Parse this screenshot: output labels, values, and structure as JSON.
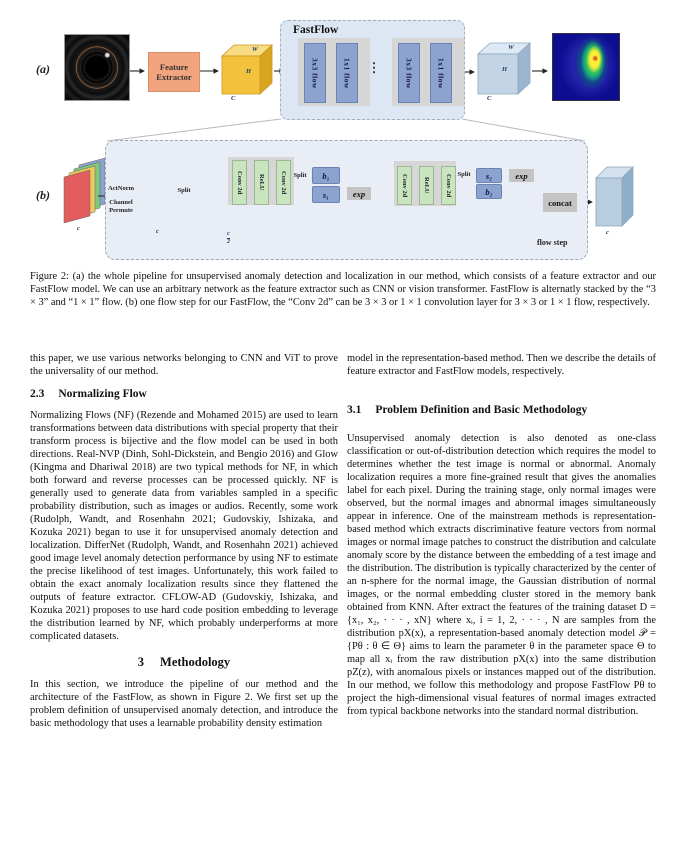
{
  "figure": {
    "panel_a": {
      "label": "(a)",
      "feature_extractor_label": "Feature\nExtractor",
      "fastflow_title": "FastFlow",
      "flow_blocks": [
        "3x3 flow",
        "1x1 flow",
        "3x3 flow",
        "1x1 flow"
      ],
      "dots": "⋮",
      "cube_labels": {
        "w": "W",
        "h": "H",
        "c": "C"
      }
    },
    "panel_b": {
      "label": "(b)",
      "actnorm_label": "ActNorm",
      "channel_permute_label": "Channel\nPermute",
      "split_label": "Split",
      "conv_blocks": [
        "Conv 2d",
        "ReLU",
        "Conv 2d"
      ],
      "b1": "b₁",
      "s1": "s₁",
      "s2": "s₂",
      "b2": "b₂",
      "exp_label": "exp",
      "concat_label": "concat",
      "flow_step_label": "flow step",
      "c_label": "c",
      "c_half": {
        "num": "c",
        "den": "2"
      }
    }
  },
  "caption": {
    "text": "Figure 2: (a) the whole pipeline for unsupervised anomaly detection and localization in our method, which consists of a feature extractor and our FastFlow model. We can use an arbitrary network as the feature extractor such as CNN or vision transformer. FastFlow is alternatly stacked by the “3 × 3” and “1 × 1” flow. (b) one flow step for our FastFlow, the “Conv 2d” can be 3 × 3 or 1 × 1 convolution layer for 3 × 3 or 1 × 1 flow, respectively."
  },
  "content": {
    "left": {
      "p_intro": "this paper, we use various networks belonging to CNN and ViT to prove the universality of our method.",
      "sec23": {
        "number": "2.3",
        "title": "Normalizing Flow"
      },
      "p_nf": "Normalizing Flows (NF) (Rezende and Mohamed 2015) are used to learn transformations between data distributions with special property that their transform process is bijective and the flow model can be used in both directions. Real-NVP (Dinh, Sohl-Dickstein, and Bengio 2016) and Glow (Kingma and Dhariwal 2018) are two typical methods for NF, in which both forward and reverse processes can be processed quickly. NF is generally used to generate data from variables sampled in a specific probability distribution, such as images or audios. Recently, some work (Rudolph, Wandt, and Rosenhahn 2021; Gudovskiy, Ishizaka, and Kozuka 2021) began to use it for unsupervised anomaly detection and localization. DifferNet (Rudolph, Wandt, and Rosenhahn 2021) achieved good image level anomaly detection performance by using NF to estimate the precise likelihood of test images. Unfortunately, this work failed to obtain the exact anomaly localization results since they flattened the outputs of feature extractor. CFLOW-AD (Gudovskiy, Ishizaka, and Kozuka 2021) proposes to use hard code position embedding to leverage the distribution learned by NF, which probably underperforms at more complicated datasets.",
      "sec3": {
        "number": "3",
        "title": "Methodology"
      },
      "p_method": "In this section, we introduce the pipeline of our method and the architecture of the FastFlow, as shown in Figure 2. We first set up the problem definition of unsupervised anomaly detection, and introduce the basic methodology that uses a learnable probability density estimation"
    },
    "right": {
      "p_cont": "model in the representation-based method. Then we describe the details of feature extractor and FastFlow models, respectively.",
      "sec31": {
        "number": "3.1",
        "title": "Problem Definition and Basic Methodology"
      },
      "p_problem": "Unsupervised anomaly detection is also denoted as one-class classification or out-of-distribution detection which requires the model to determines whether the test image is normal or abnormal. Anomaly localization requires a more fine-grained result that gives the anomalies label for each pixel. During the training stage, only normal images were observed, but the normal images and abnormal images simultaneously appear in inference. One of the mainstream methods is representation-based method which extracts discriminative feature vectors from normal images or normal image patches to construct the distribution and calculate anomaly score by the distance between the embedding of a test image and the distribution. The distribution is typically characterized by the center of an n-sphere for the normal image, the Gaussian distribution of normal images, or the normal embedding cluster stored in the memory bank obtained from KNN. After extract the features of the training dataset D = {x₁, x₂, · · · , xN} where xᵢ, i = 1, 2, · · · , N are samples from the distribution pX(x), a representation-based anomaly detection model 𝒫 = {Pθ : θ ∈ Θ} aims to learn the parameter θ in the parameter space Θ to map all xᵢ from the raw distribution pX(x) into the same distribution pZ(z), with anomalous pixels or instances mapped out of the distribution. In our method, we follow this methodology and propose FastFlow Pθ to project the high-dimensional visual features of normal images extracted from typical backbone networks into the standard normal distribution."
    }
  }
}
